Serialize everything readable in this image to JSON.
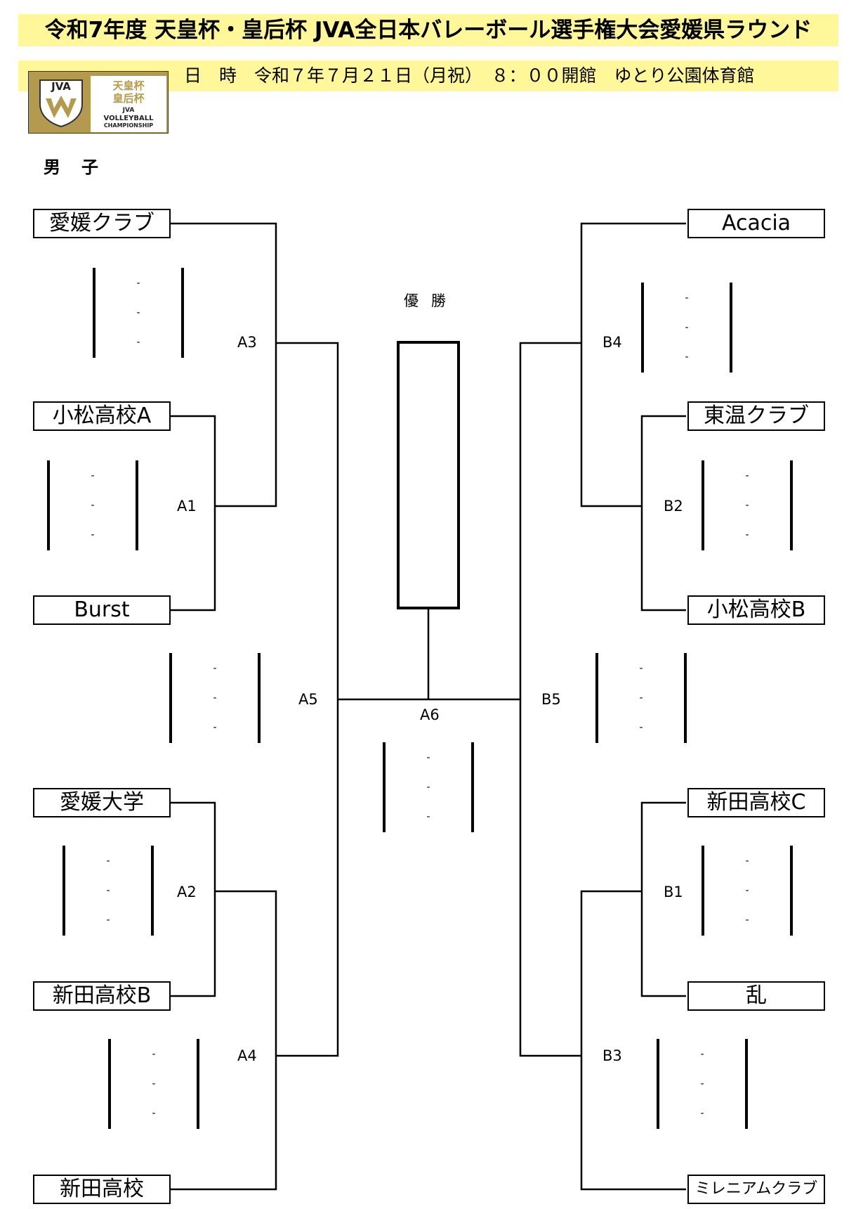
{
  "header": {
    "title": "令和7年度 天皇杯・皇后杯 JVA全日本バレーボール選手権大会愛媛県ラウンド",
    "date_line": "日　時　令和７年７月２１日（月祝）　８：００開館　ゆとり公園体育館"
  },
  "logo": {
    "mark": "JVA",
    "line1": "天皇杯",
    "line2": "皇后杯",
    "line3": "JVA",
    "line4": "VOLLEYBALL",
    "line5": "CHAMPIONSHIP"
  },
  "section": {
    "gender": "男子"
  },
  "teams": {
    "left": [
      "愛媛クラブ",
      "小松高校A",
      "Burst",
      "愛媛大学",
      "新田高校B",
      "新田高校"
    ],
    "right": [
      "Acacia",
      "東温クラブ",
      "小松高校B",
      "新田高校C",
      "乱",
      "ミレニアムクラブ"
    ]
  },
  "matches": {
    "A1": "A1",
    "A2": "A2",
    "A3": "A3",
    "A4": "A4",
    "A5": "A5",
    "A6": "A6",
    "B1": "B1",
    "B2": "B2",
    "B3": "B3",
    "B4": "B4",
    "B5": "B5"
  },
  "champion_label": "優勝",
  "score_placeholder": "-"
}
